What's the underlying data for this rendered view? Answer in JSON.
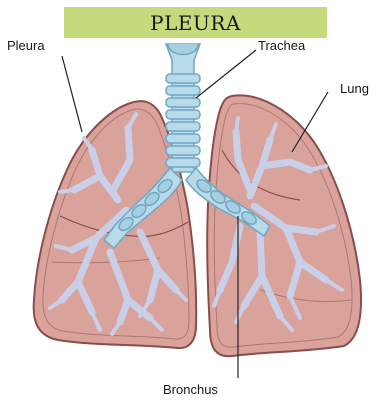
{
  "title": "PLEURA",
  "labels": {
    "pleura": "Pleura",
    "trachea": "Trachea",
    "lung": "Lung",
    "bronchus": "Bronchus"
  },
  "colors": {
    "banner": "#c6d97c",
    "lung_fill": "#d9a39c",
    "lung_outline": "#8a4d4a",
    "pleura_line": "#b07672",
    "airway_fill": "#b9dbe9",
    "airway_outline": "#6fa8c3",
    "bronchiole": "#c9cfe8",
    "leader_line": "#222222"
  }
}
